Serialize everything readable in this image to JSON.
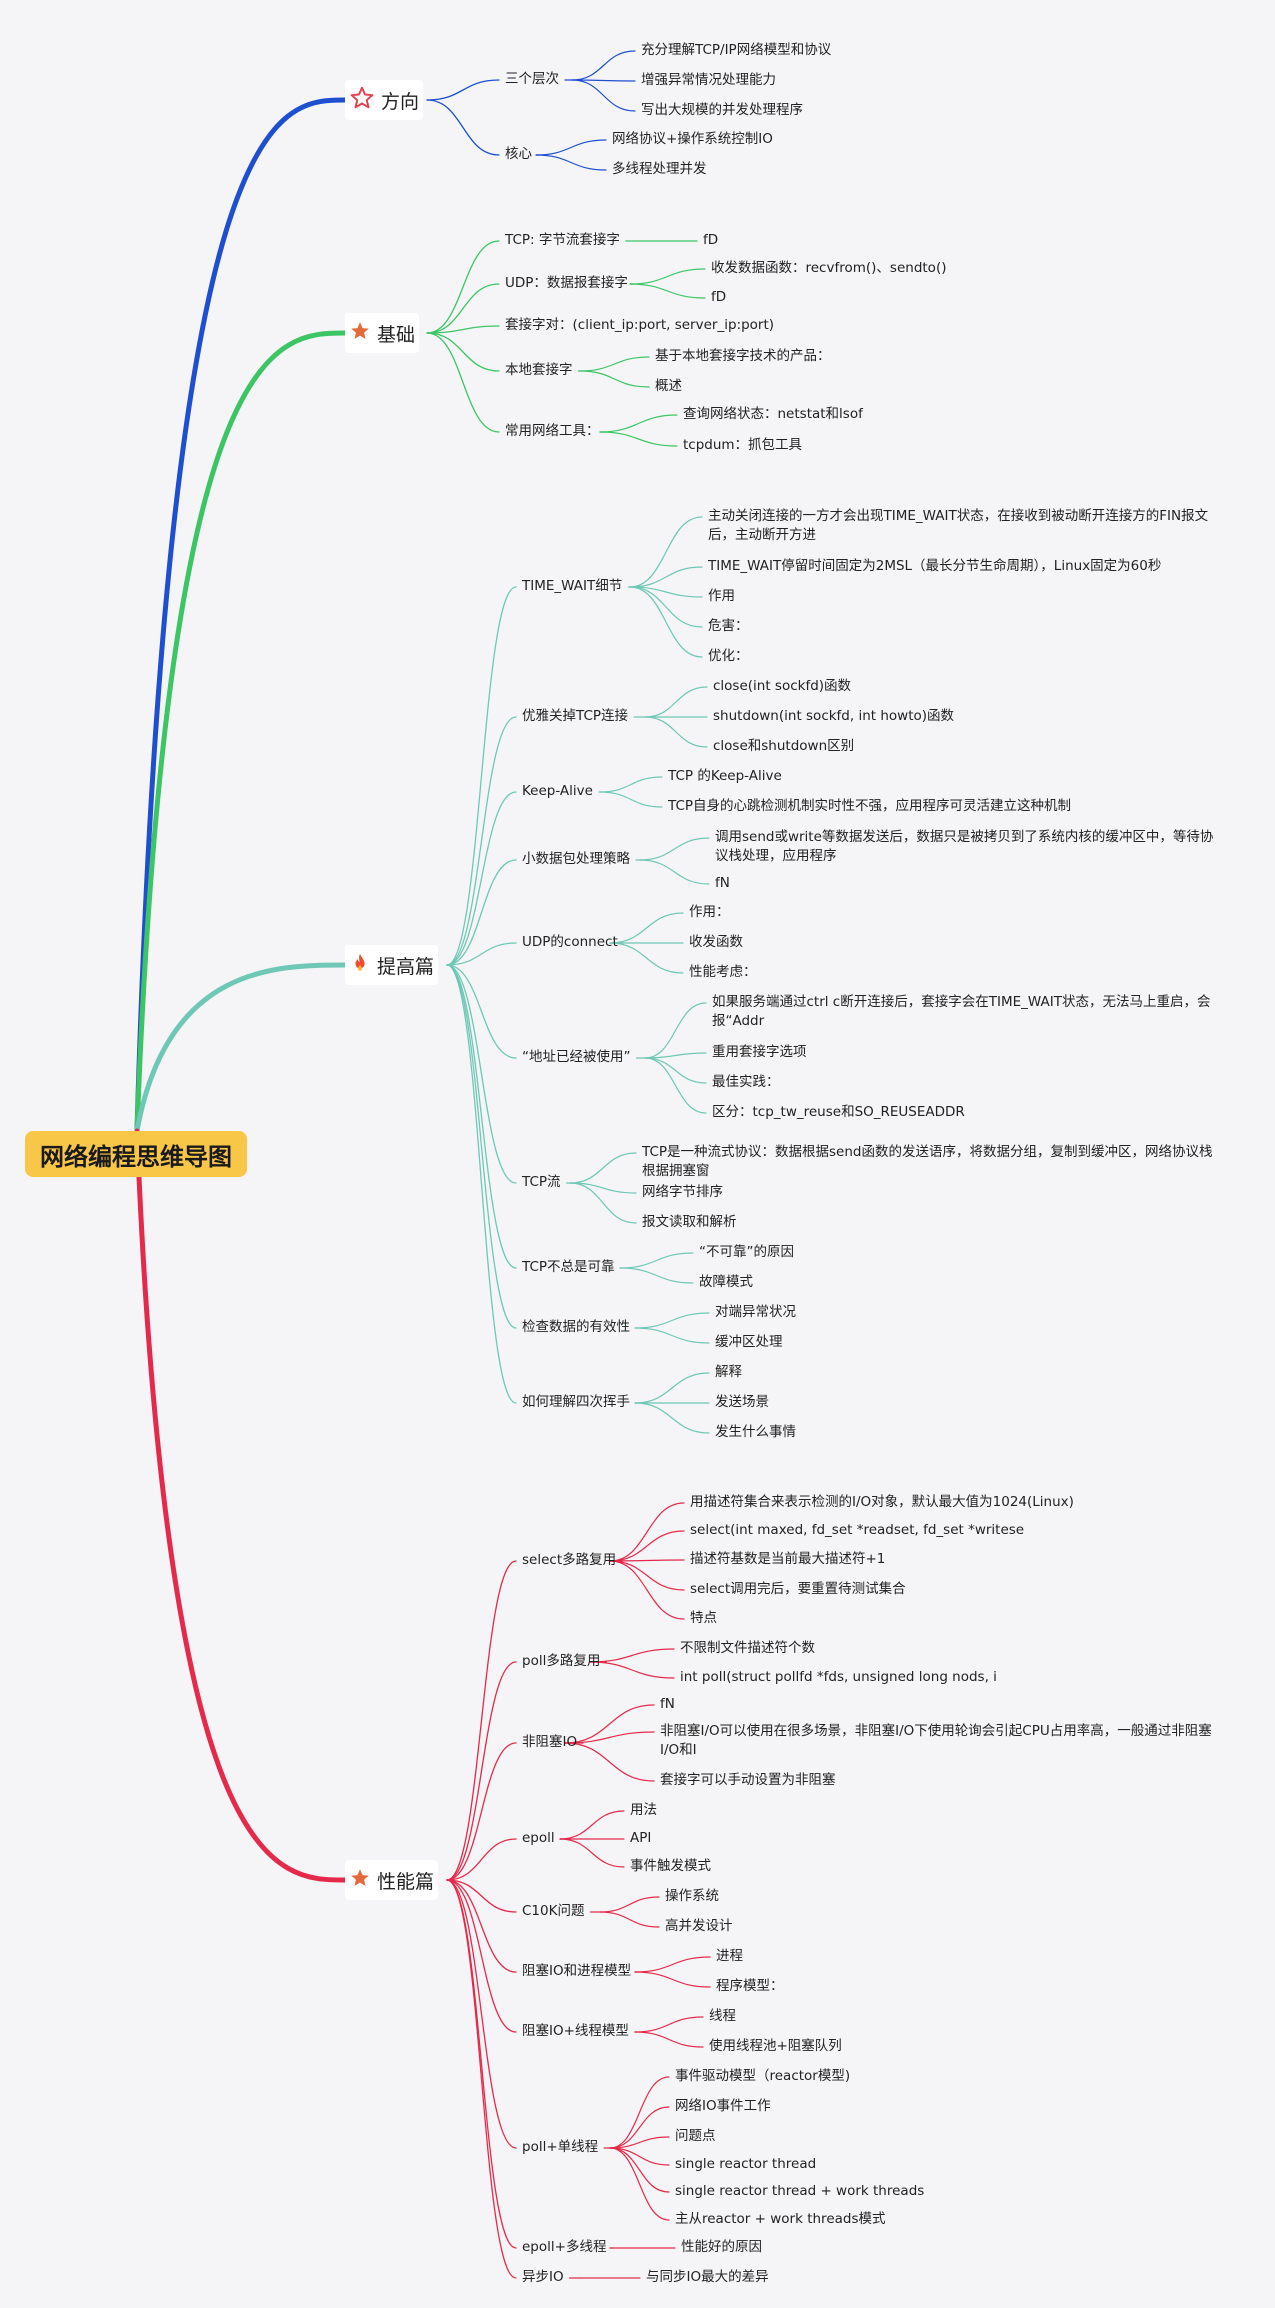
{
  "title": "网络编程思维导图",
  "colors": {
    "direction": "#1f4fd1",
    "basic": "#3cc565",
    "advanced": "#6fc7b5",
    "performance": "#e5294a",
    "root": "#f9c747"
  },
  "branches": [
    {
      "id": "direction",
      "label": "方向",
      "icon": "star-outline-icon",
      "children": [
        {
          "label": "三个层次",
          "children": [
            {
              "label": "充分理解TCP/IP网络模型和协议"
            },
            {
              "label": "增强异常情况处理能力"
            },
            {
              "label": "写出大规模的并发处理程序"
            }
          ]
        },
        {
          "label": "核心",
          "children": [
            {
              "label": "网络协议+操作系统控制IO"
            },
            {
              "label": "多线程处理并发"
            }
          ]
        }
      ]
    },
    {
      "id": "basic",
      "label": "基础",
      "icon": "star-filled-icon",
      "children": [
        {
          "label": "TCP: 字节流套接字",
          "children": [
            {
              "label": "fD"
            }
          ]
        },
        {
          "label": "UDP：数据报套接字",
          "children": [
            {
              "label": "收发数据函数：recvfrom()、sendto()"
            },
            {
              "label": "fD"
            }
          ]
        },
        {
          "label": "套接字对：(client_ip:port, server_ip:port)",
          "children": []
        },
        {
          "label": "本地套接字",
          "children": [
            {
              "label": "基于本地套接字技术的产品："
            },
            {
              "label": "概述"
            }
          ]
        },
        {
          "label": "常用网络工具：",
          "children": [
            {
              "label": "查询网络状态：netstat和lsof"
            },
            {
              "label": "tcpdum：抓包工具"
            }
          ]
        }
      ]
    },
    {
      "id": "advanced",
      "label": "提高篇",
      "icon": "fire-icon",
      "children": [
        {
          "label": "TIME_WAIT细节",
          "children": [
            {
              "label": "主动关闭连接的一方才会出现TIME_WAIT状态，在接收到被动断开连接方的FIN报文后，主动断开方进"
            },
            {
              "label": "TIME_WAIT停留时间固定为2MSL（最长分节生命周期），Linux固定为60秒"
            },
            {
              "label": "作用"
            },
            {
              "label": "危害："
            },
            {
              "label": "优化："
            }
          ]
        },
        {
          "label": "优雅关掉TCP连接",
          "children": [
            {
              "label": "close(int sockfd)函数"
            },
            {
              "label": "shutdown(int sockfd, int howto)函数"
            },
            {
              "label": "close和shutdown区别"
            }
          ]
        },
        {
          "label": "Keep-Alive",
          "children": [
            {
              "label": "TCP 的Keep-Alive"
            },
            {
              "label": "TCP自身的心跳检测机制实时性不强，应用程序可灵活建立这种机制"
            }
          ]
        },
        {
          "label": "小数据包处理策略",
          "children": [
            {
              "label": "调用send或write等数据发送后，数据只是被拷贝到了系统内核的缓冲区中，等待协议栈处理，应用程序"
            },
            {
              "label": "fN"
            }
          ]
        },
        {
          "label": "UDP的connect",
          "children": [
            {
              "label": "作用："
            },
            {
              "label": "收发函数"
            },
            {
              "label": "性能考虑："
            }
          ]
        },
        {
          "label": "“地址已经被使用”",
          "children": [
            {
              "label": "如果服务端通过ctrl c断开连接后，套接字会在TIME_WAIT状态，无法马上重启，会报“Addr"
            },
            {
              "label": "重用套接字选项"
            },
            {
              "label": "最佳实践："
            },
            {
              "label": "区分：tcp_tw_reuse和SO_REUSEADDR"
            }
          ]
        },
        {
          "label": "TCP流",
          "children": [
            {
              "label": "TCP是一种流式协议：数据根据send函数的发送语序，将数据分组，复制到缓冲区，网络协议栈根据拥塞窗"
            },
            {
              "label": "网络字节排序"
            },
            {
              "label": "报文读取和解析"
            }
          ]
        },
        {
          "label": "TCP不总是可靠",
          "children": [
            {
              "label": "“不可靠”的原因"
            },
            {
              "label": "故障模式"
            }
          ]
        },
        {
          "label": "检查数据的有效性",
          "children": [
            {
              "label": "对端异常状况"
            },
            {
              "label": "缓冲区处理"
            }
          ]
        },
        {
          "label": "如何理解四次挥手",
          "children": [
            {
              "label": "解释"
            },
            {
              "label": "发送场景"
            },
            {
              "label": "发生什么事情"
            }
          ]
        }
      ]
    },
    {
      "id": "performance",
      "label": "性能篇",
      "icon": "star-filled-icon",
      "children": [
        {
          "label": "select多路复用",
          "children": [
            {
              "label": "用描述符集合来表示检测的I/O对象，默认最大值为1024(Linux)"
            },
            {
              "label": "select(int maxed, fd_set *readset, fd_set *writese"
            },
            {
              "label": "描述符基数是当前最大描述符+1"
            },
            {
              "label": "select调用完后，要重置待测试集合"
            },
            {
              "label": "特点"
            }
          ]
        },
        {
          "label": "poll多路复用",
          "children": [
            {
              "label": "不限制文件描述符个数"
            },
            {
              "label": "int poll(struct pollfd *fds, unsigned long nods, i"
            }
          ]
        },
        {
          "label": "非阻塞IO",
          "children": [
            {
              "label": "fN"
            },
            {
              "label": "非阻塞I/O可以使用在很多场景，非阻塞I/O下使用轮询会引起CPU占用率高，一般通过非阻塞I/O和I"
            },
            {
              "label": "套接字可以手动设置为非阻塞"
            }
          ]
        },
        {
          "label": "epoll",
          "children": [
            {
              "label": "用法"
            },
            {
              "label": "API"
            },
            {
              "label": "事件触发模式"
            }
          ]
        },
        {
          "label": "C10K问题",
          "children": [
            {
              "label": "操作系统"
            },
            {
              "label": "高并发设计"
            }
          ]
        },
        {
          "label": "阻塞IO和进程模型",
          "children": [
            {
              "label": "进程"
            },
            {
              "label": "程序模型："
            }
          ]
        },
        {
          "label": "阻塞IO+线程模型",
          "children": [
            {
              "label": "线程"
            },
            {
              "label": "使用线程池+阻塞队列"
            }
          ]
        },
        {
          "label": "poll+单线程",
          "children": [
            {
              "label": "事件驱动模型（reactor模型)"
            },
            {
              "label": "网络IO事件工作"
            },
            {
              "label": "问题点"
            },
            {
              "label": "single reactor thread"
            },
            {
              "label": "single reactor thread + work threads"
            },
            {
              "label": "主从reactor + work threads模式"
            }
          ]
        },
        {
          "label": "epoll+多线程",
          "children": [
            {
              "label": "性能好的原因"
            }
          ]
        },
        {
          "label": "异步IO",
          "children": [
            {
              "label": "与同步IO最大的差异"
            }
          ]
        }
      ]
    }
  ]
}
